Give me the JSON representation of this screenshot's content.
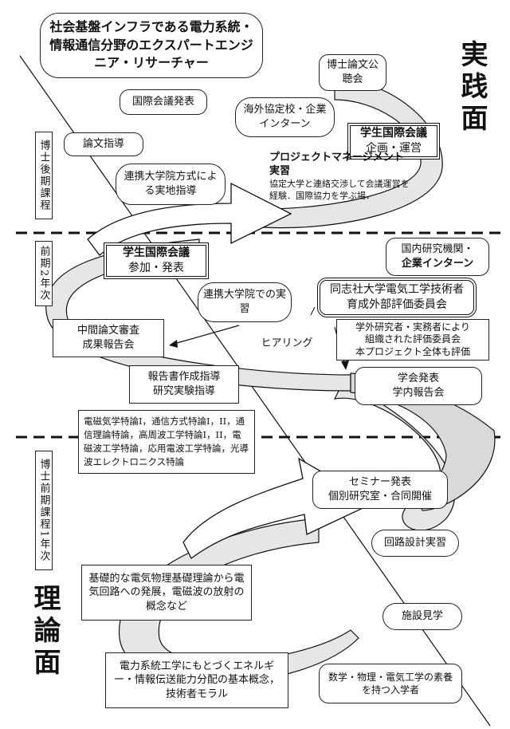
{
  "goal_box": "社会基盤インフラである電力系統・情報通信分野のエクスパートエンジニア・リサーチャー",
  "side_labels": {
    "practice": "実践面",
    "theory": "理論面"
  },
  "stages": {
    "doctor_late": "博士後期課程",
    "master_2": "前期2年次",
    "master_1": "博士前期課程1年次"
  },
  "top": {
    "defense": "博士論文公聴会",
    "intl_conf_present": "国際会議発表",
    "overseas": "海外協定校・企業インターン",
    "thesis_guidance": "論文指導",
    "student_conf_run": {
      "title": "学生国際会議",
      "sub": "企画・運営"
    },
    "pm_title": "プロジェクトマネージメント実習",
    "pm_desc": "協定大学と連絡交渉して会議運営を経験．国際協力を学ぶ場．",
    "remote_guidance": "連携大学院方式による実地指導"
  },
  "middle": {
    "student_conf_join": {
      "title": "学生国際会議",
      "sub": "参加・発表"
    },
    "domestic_intern": {
      "line1": "国内研究機関・",
      "line2": "企業インターン"
    },
    "renkei_practice": "連携大学院での実習",
    "committee": "同志社大学電気工学技術者育成外部評価委員会",
    "committee_desc": [
      "学外研究者・実務者により",
      "組織された評価委員会",
      "本プロジェクト全体も評価"
    ],
    "midterm": [
      "中間論文審査",
      "成果報告会"
    ],
    "hearing": "ヒアリング",
    "report": [
      "報告書作成指導",
      "研究実験指導"
    ],
    "conference": [
      "学会発表",
      "学内報告会"
    ]
  },
  "lower": {
    "courses": "電磁気学特論I，通信方式特論I，II，通信理論特論，高周波工学特論I，II，電磁波工学特論，応用電波工学特論，光導波エレクトロニクス特論",
    "seminar": [
      "セミナー発表",
      "個別研究室・合同開催"
    ],
    "circuit": "回路設計実習",
    "basics": "基礎的な電気物理基礎理論から電気回路への発展，電磁波の放射の概念など",
    "facility": "施設見学",
    "power": "電力系統工学にもとづくエネルギー・情報伝送能力分配の基本概念，技術者モラル",
    "entrants": "数学・物理・電気工学の素養を持つ入学者"
  }
}
